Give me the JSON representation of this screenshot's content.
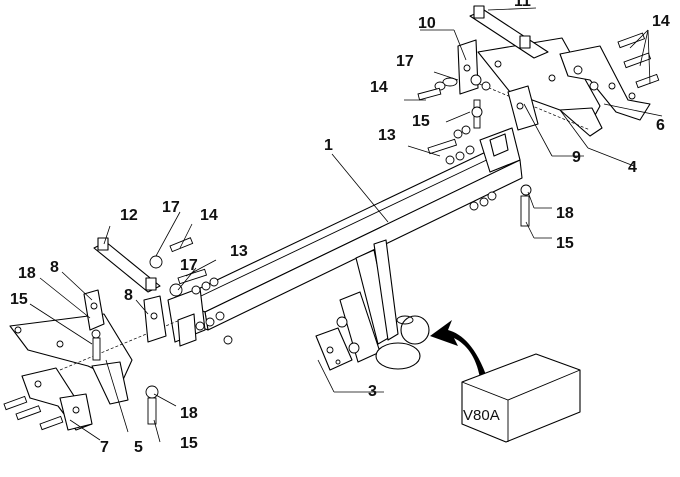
{
  "diagram": {
    "part_callouts": [
      "1",
      "3",
      "4",
      "5",
      "6",
      "7",
      "8",
      "8",
      "9",
      "10",
      "11",
      "12",
      "13",
      "13",
      "14",
      "14",
      "14",
      "15",
      "15",
      "15",
      "15",
      "17",
      "17",
      "17",
      "18",
      "18",
      "18"
    ],
    "variant_label": "V80A"
  }
}
